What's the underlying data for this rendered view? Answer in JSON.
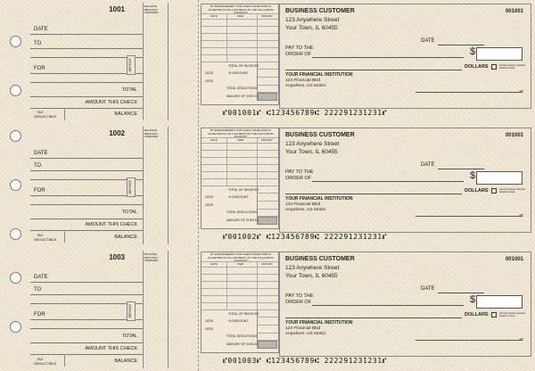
{
  "checks": [
    {
      "stub_number": "1001",
      "check_number": "001001",
      "micr": "⑈001001⑈ ⑆123456789⑆   222291231231⑈"
    },
    {
      "stub_number": "1002",
      "check_number": "001001",
      "micr": "⑈001002⑈ ⑆123456789⑆   222291231231⑈"
    },
    {
      "stub_number": "1003",
      "check_number": "001001",
      "micr": "⑈001003⑈ ⑆123456789⑆   222291231231⑈"
    }
  ],
  "stub": {
    "date": "DATE",
    "to": "TO",
    "for": "FOR",
    "deposit": "DEPOSIT",
    "total": "TOTAL",
    "amount_this_check": "AMOUNT THIS CHECK",
    "tax": "TAX",
    "deductible": "DEDUCTIBLE",
    "balance": "BALANCE",
    "balance_brought_forward": "BALANCE BROUGHT FORWARD"
  },
  "ledger": {
    "header": "BY ENDORSEMENT THIS CHECK WHEN PAID IS ACCEPTED IN FULL PAYMENT OF THE FOLLOWING ACCOUNT",
    "col_date": "DATE",
    "col_item": "ITEM",
    "col_amount": "AMOUNT",
    "total_invoices": "TOTAL OF INVOICES",
    "less": "LESS",
    "pct_discount": "% DISCOUNT",
    "total_deductions": "TOTAL DEDUCTIONS",
    "amount_of_check": "AMOUNT OF CHECK"
  },
  "check": {
    "business_name": "BUSINESS CUSTOMER",
    "street": "123 Anywhere Street",
    "city": "Your Town, IL 60455",
    "date_label": "DATE",
    "pay_to": "PAY TO THE",
    "order_of": "ORDER OF",
    "dollar_sign": "$",
    "dollars": "DOLLARS",
    "security_note": "Security features included. Details on back.",
    "bank_name": "YOUR FINANCIAL INSTITUTION",
    "bank_street": "123 Financial Blvd",
    "bank_city": "Anywhere, US 54321",
    "mp": "MP"
  }
}
